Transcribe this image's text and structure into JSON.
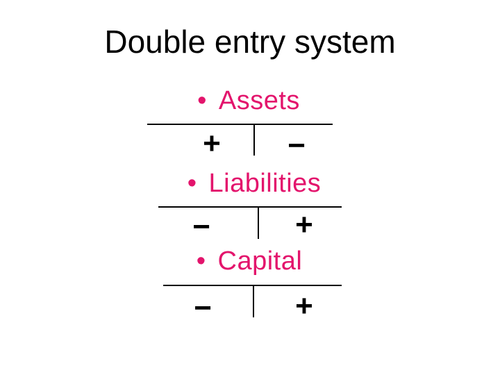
{
  "slide": {
    "title": "Double entry system",
    "bullet_char": "•",
    "colors": {
      "accent": "#e3146c",
      "ink": "#000000",
      "bg": "#ffffff"
    },
    "accounts": [
      {
        "label": "Assets",
        "left_sign": "+",
        "right_sign": "−"
      },
      {
        "label": "Liabilities",
        "left_sign": "−",
        "right_sign": "+"
      },
      {
        "label": "Capital",
        "left_sign": "−",
        "right_sign": "+"
      }
    ]
  }
}
